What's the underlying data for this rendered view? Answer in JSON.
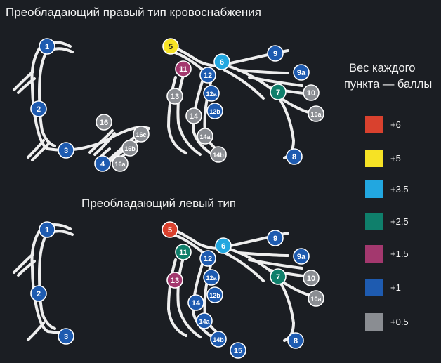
{
  "titles": {
    "right_type": "Преобладающий правый тип кровоснабжения",
    "left_type": "Преобладающий левый тип"
  },
  "legend": {
    "title_line1": "Вес каждого",
    "title_line2": "пункта — баллы",
    "items": [
      {
        "label": "+6",
        "color": "#d9412e"
      },
      {
        "label": "+5",
        "color": "#f6e225"
      },
      {
        "label": "+3.5",
        "color": "#22a7e0"
      },
      {
        "label": "+2.5",
        "color": "#0f7f6b"
      },
      {
        "label": "+1.5",
        "color": "#a3386e"
      },
      {
        "label": "+1",
        "color": "#1e5bb0"
      },
      {
        "label": "+0.5",
        "color": "#8a8d92"
      }
    ]
  },
  "panels": {
    "right": {
      "segments": [
        {
          "id": "1",
          "weight": "+1"
        },
        {
          "id": "2",
          "weight": "+1"
        },
        {
          "id": "3",
          "weight": "+1"
        },
        {
          "id": "4",
          "weight": "+1"
        },
        {
          "id": "16",
          "weight": "+0.5"
        },
        {
          "id": "16a",
          "weight": "+0.5"
        },
        {
          "id": "16b",
          "weight": "+0.5"
        },
        {
          "id": "16c",
          "weight": "+0.5"
        },
        {
          "id": "5",
          "weight": "+5"
        },
        {
          "id": "6",
          "weight": "+3.5"
        },
        {
          "id": "7",
          "weight": "+2.5"
        },
        {
          "id": "8",
          "weight": "+1"
        },
        {
          "id": "9",
          "weight": "+1"
        },
        {
          "id": "9a",
          "weight": "+1"
        },
        {
          "id": "10",
          "weight": "+0.5"
        },
        {
          "id": "10a",
          "weight": "+0.5"
        },
        {
          "id": "11",
          "weight": "+1.5"
        },
        {
          "id": "12",
          "weight": "+1"
        },
        {
          "id": "12a",
          "weight": "+1"
        },
        {
          "id": "12b",
          "weight": "+1"
        },
        {
          "id": "13",
          "weight": "+0.5"
        },
        {
          "id": "14",
          "weight": "+0.5"
        },
        {
          "id": "14a",
          "weight": "+0.5"
        },
        {
          "id": "14b",
          "weight": "+0.5"
        }
      ]
    },
    "left": {
      "segments": [
        {
          "id": "1",
          "weight": "+1"
        },
        {
          "id": "2",
          "weight": "+1"
        },
        {
          "id": "3",
          "weight": "+1"
        },
        {
          "id": "5",
          "weight": "+6"
        },
        {
          "id": "6",
          "weight": "+3.5"
        },
        {
          "id": "7",
          "weight": "+2.5"
        },
        {
          "id": "8",
          "weight": "+1"
        },
        {
          "id": "9",
          "weight": "+1"
        },
        {
          "id": "9a",
          "weight": "+1"
        },
        {
          "id": "10",
          "weight": "+0.5"
        },
        {
          "id": "10a",
          "weight": "+0.5"
        },
        {
          "id": "11",
          "weight": "+2.5"
        },
        {
          "id": "12",
          "weight": "+1"
        },
        {
          "id": "12a",
          "weight": "+1"
        },
        {
          "id": "12b",
          "weight": "+1"
        },
        {
          "id": "13",
          "weight": "+1.5"
        },
        {
          "id": "14",
          "weight": "+1"
        },
        {
          "id": "14a",
          "weight": "+1"
        },
        {
          "id": "14b",
          "weight": "+1"
        },
        {
          "id": "15",
          "weight": "+1"
        }
      ]
    }
  }
}
